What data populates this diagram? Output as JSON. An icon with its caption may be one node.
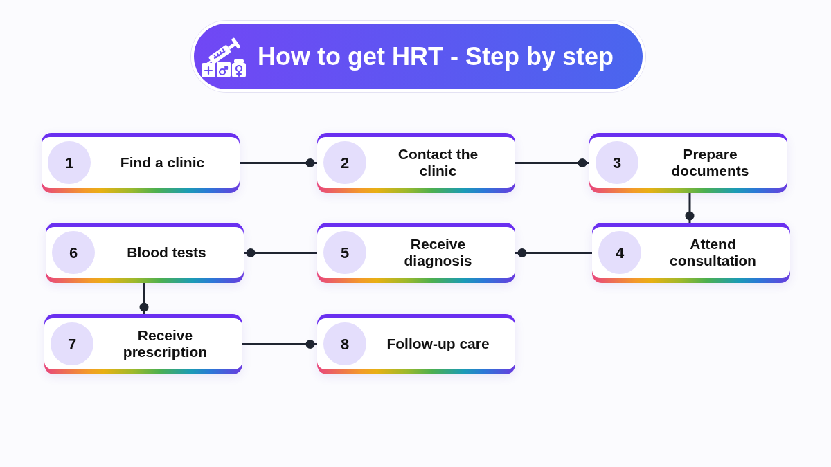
{
  "diagram": {
    "title": "How to get HRT - Step by step",
    "nodes": [
      {
        "text": [
          "1",
          "Find a clinic"
        ]
      },
      {
        "text": [
          "2",
          "Contact the clinic"
        ]
      },
      {
        "text": [
          "3",
          "Prepare documents"
        ]
      },
      {
        "text": [
          "4",
          "Attend consultation"
        ]
      },
      {
        "text": [
          "5",
          "Receive diagnosis"
        ]
      },
      {
        "text": [
          "6",
          "Blood tests"
        ]
      },
      {
        "text": [
          "7",
          "Receive prescription"
        ]
      },
      {
        "text": [
          "8",
          "Follow-up care"
        ]
      }
    ],
    "edges": [
      {
        "from": 0,
        "to": 1,
        "arrow": "other"
      },
      {
        "from": 1,
        "to": 2,
        "arrow": "other"
      },
      {
        "from": 2,
        "to": 3,
        "arrow": "other"
      },
      {
        "from": 3,
        "to": 4,
        "arrow": "other"
      },
      {
        "from": 4,
        "to": 5,
        "arrow": "other"
      },
      {
        "from": 5,
        "to": 6,
        "arrow": "other"
      },
      {
        "from": 6,
        "to": 7,
        "arrow": "other"
      }
    ]
  }
}
